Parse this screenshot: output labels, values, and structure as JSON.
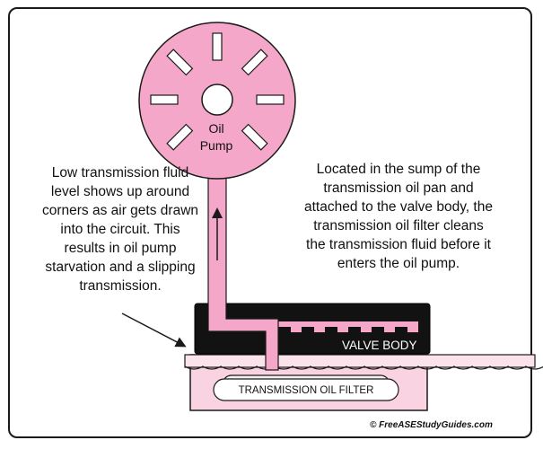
{
  "pump": {
    "label_line1": "Oil",
    "label_line2": "Pump"
  },
  "valve_body": {
    "label": "VALVE BODY"
  },
  "filter": {
    "label": "TRANSMISSION OIL FILTER"
  },
  "notes": {
    "left": [
      "Low transmission fluid",
      "level shows up around",
      "corners as air gets drawn",
      "into the circuit. This",
      "results in oil pump",
      "starvation and a slipping",
      "transmission."
    ],
    "right": [
      "Located in the sump of the",
      "transmission oil pan and",
      "attached to the valve body, the",
      "transmission oil filter cleans",
      "the transmission fluid before it",
      "enters the oil pump."
    ]
  },
  "copyright": "© FreeASEStudyGuides.com",
  "colors": {
    "fluid": "#f4a7c8",
    "pan": "#f9d3e2",
    "fill_light": "#fbe3ec",
    "outline": "#1a1a1a",
    "valve_body": "#121212"
  },
  "icons": {
    "flow_arrow": "up-arrow-icon",
    "pointer_arrow": "diagonal-arrow-icon"
  }
}
